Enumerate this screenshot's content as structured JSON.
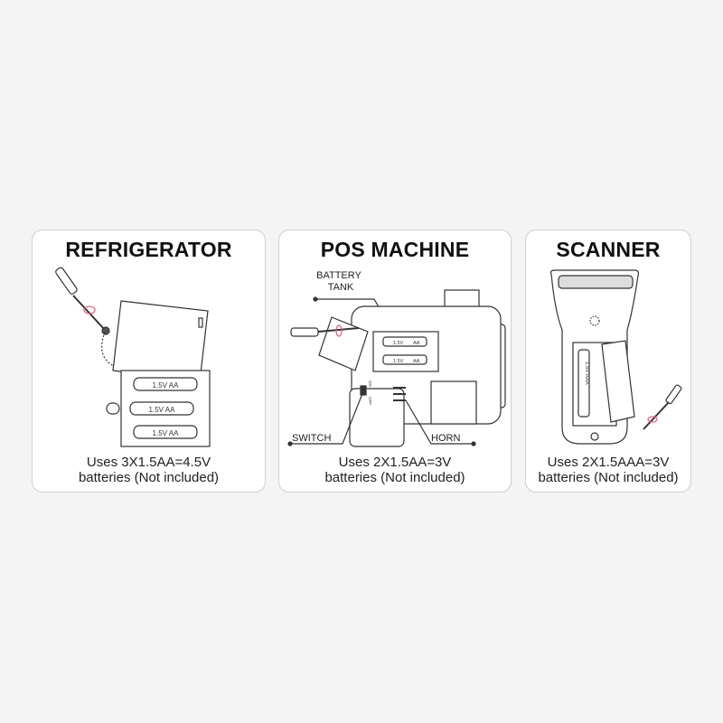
{
  "panels": [
    {
      "title": "REFRIGERATOR",
      "caption_line1": "Uses 3X1.5AA=4.5V",
      "caption_line2": "batteries (Not included)",
      "battery_label": "1.5V AA"
    },
    {
      "title": "POS MACHINE",
      "caption_line1": "Uses 2X1.5AA=3V",
      "caption_line2": "batteries (Not included)",
      "battery_label_voltage": "1.5V",
      "battery_label_type": "AA",
      "callouts": {
        "battery_tank_line1": "BATTERY",
        "battery_tank_line2": "TANK",
        "switch": "SWITCH",
        "horn": "HORN",
        "switch_on": "ON",
        "switch_off": "OFF"
      }
    },
    {
      "title": "SCANNER",
      "caption_line1": "Uses 2X1.5AAA=3V",
      "caption_line2": "batteries (Not included)",
      "battery_label": "1.5V AAA"
    }
  ],
  "colors": {
    "accent": "#e0607a",
    "line": "#333333"
  }
}
